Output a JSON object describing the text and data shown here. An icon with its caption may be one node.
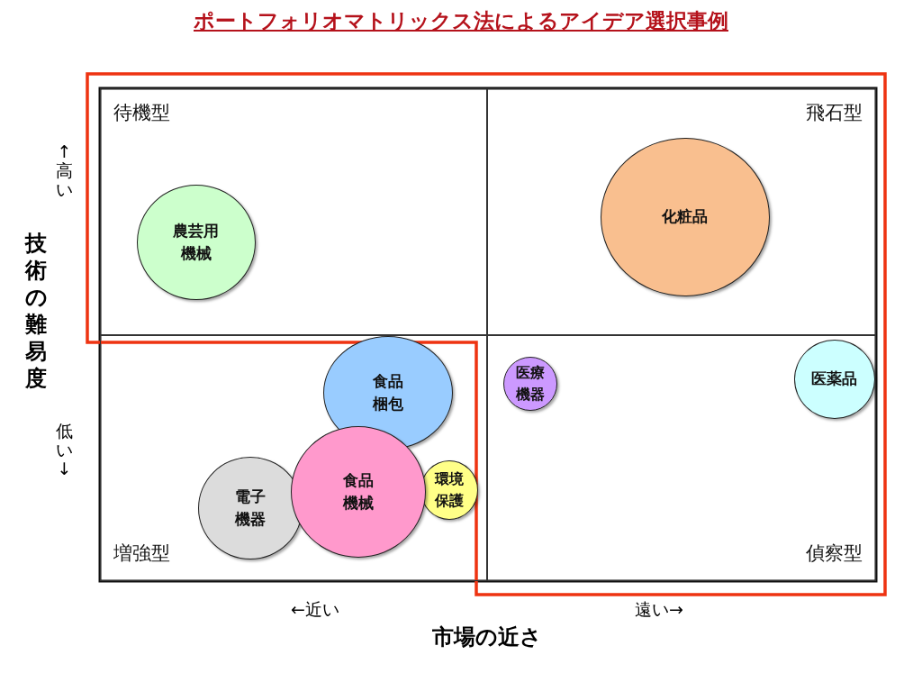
{
  "diagram": {
    "title": "ポートフォリオマトリックス法によるアイデア選択事例",
    "nodes": [
      {
        "text": [
          "待機型"
        ]
      },
      {
        "text": [
          "農芸用機械"
        ],
        "in": 0
      },
      {
        "text": [
          "飛石型"
        ]
      },
      {
        "text": [
          "化粧品"
        ],
        "in": 2
      },
      {
        "text": [
          "増強型"
        ]
      },
      {
        "text": [
          "食品梱包"
        ],
        "in": 4
      },
      {
        "text": [
          "電子機器"
        ],
        "in": 4
      },
      {
        "text": [
          "食品機械"
        ],
        "in": 4
      },
      {
        "text": [
          "環境保護"
        ],
        "in": 4
      },
      {
        "text": [
          "偵察型"
        ]
      },
      {
        "text": [
          "医療機器"
        ],
        "in": 9
      },
      {
        "text": [
          "医薬品"
        ],
        "in": 9
      }
    ],
    "labels": [
      "↑高い",
      "技術の難易度",
      "低い↓",
      "←近い",
      "遠い→",
      "市場の近さ"
    ]
  }
}
